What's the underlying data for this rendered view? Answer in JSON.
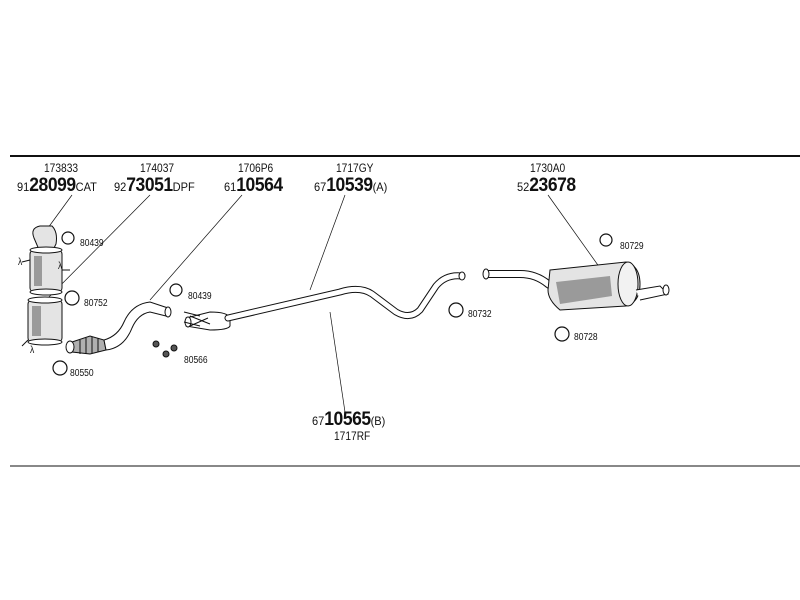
{
  "parts": [
    {
      "id": "p1",
      "oe": "173833",
      "prefix": "91",
      "number": "28099",
      "suffix": "CAT"
    },
    {
      "id": "p2",
      "oe": "174037",
      "prefix": "92",
      "number": "73051",
      "suffix": "DPF"
    },
    {
      "id": "p3",
      "oe": "1706P6",
      "prefix": "61",
      "number": "10564",
      "suffix": ""
    },
    {
      "id": "p4",
      "oe": "1717GY",
      "prefix": "67",
      "number": "10539",
      "suffix": "(A)"
    },
    {
      "id": "p5",
      "oe": "1730A0",
      "prefix": "52",
      "number": "23678",
      "suffix": ""
    },
    {
      "id": "p6",
      "oe": "1717RF",
      "prefix": "67",
      "number": "10565",
      "suffix": "(B)"
    }
  ],
  "clamps": [
    "80439",
    "80752",
    "80550",
    "80439",
    "80566",
    "80732",
    "80729",
    "80728"
  ],
  "sensor_symbol": "λ",
  "colors": {
    "line": "#111111",
    "part_fill": "#e4e4e4",
    "part_shade": "#9a9a9a"
  }
}
